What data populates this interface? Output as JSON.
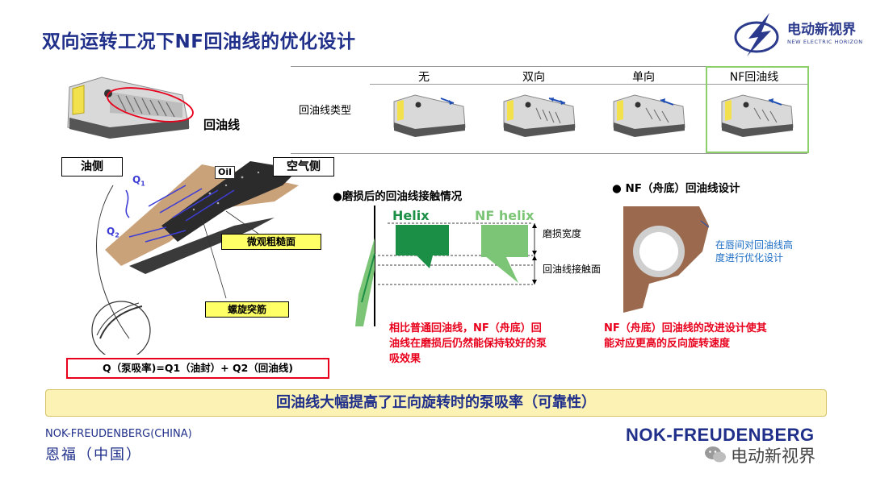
{
  "header": {
    "title": "双向运转工况下NF回油线的优化设计",
    "logo_name": "电动新视界",
    "logo_subtitle": "NEW ELECTRIC HORIZON"
  },
  "top_left": {
    "label": "回油线"
  },
  "type_table": {
    "row_label": "回油线类型",
    "columns": [
      "无",
      "双向",
      "单向",
      "NF回油线"
    ]
  },
  "left_diagram": {
    "oil_side": "油侧",
    "air_side": "空气侧",
    "oil_tag": "Oil",
    "q1": "Q",
    "q1_sub": "1",
    "q2": "Q",
    "q2_sub": "2",
    "rough_surface": "微观粗糙面",
    "spiral_rib": "螺旋突筋",
    "formula": "Q（泵吸率)=Q1（油封）+ Q2（回油线)"
  },
  "middle": {
    "heading": "●磨损后的回油线接触情况",
    "helix": "Helix",
    "nf_helix": "NF helix",
    "wear_width": "磨损宽度",
    "contact_face": "回油线接触面",
    "red_note": [
      "相比普通回油线，NF（舟底）回",
      "油线在磨损后仍然能保持较好的泵",
      "吸效果"
    ]
  },
  "right": {
    "heading": "●  NF（舟底）回油线设计",
    "blue_note": [
      "在唇间对回油线高",
      "度进行优化设计"
    ],
    "red_note": [
      "NF（舟底）回油线的改进设计使其",
      "能对应更高的反向旋转速度"
    ]
  },
  "banner": "回油线大幅提高了正向旋转时的泵吸率（可靠性）",
  "footer": {
    "company_en": "NOK-FREUDENBERG(CHINA)",
    "company_zh": "恩福（中国）",
    "brand": "NOK-FREUDENBERG",
    "watermark": "电动新视界"
  },
  "colors": {
    "title_blue": "#1f2f8a",
    "red": "#e8001c",
    "green": "#1c8f46",
    "nf_green": "#7cc576",
    "highlight_green": "#8ccf6b",
    "yellow": "#ffff66",
    "brown": "#9b6a4e"
  }
}
